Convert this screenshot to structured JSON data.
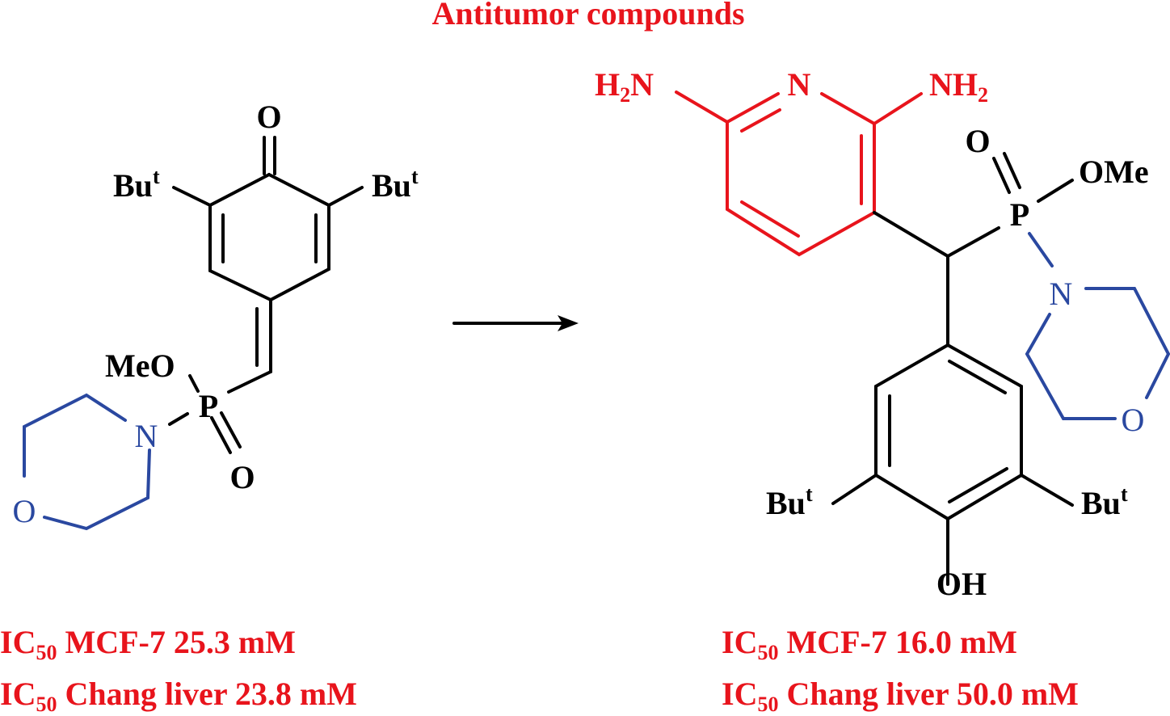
{
  "title": "Antitumor compounds",
  "colors": {
    "highlight_red": "#e8141c",
    "morpholine_blue": "#2a48a0"
  },
  "left_compound": {
    "labels": {
      "oxo": "O",
      "but_left": "Bu",
      "but_right": "Bu",
      "t": "t",
      "meo": "MeO",
      "p": "P",
      "po": "O",
      "n": "N",
      "o_morph": "O"
    },
    "ic50_prefix": "IC",
    "ic50_sub": "50",
    "activity": [
      " MCF-7 25.3 mM",
      " Chang liver 23.8 mM"
    ]
  },
  "right_compound": {
    "labels": {
      "h2n": "H",
      "h2n_sub": "2",
      "h2n_n": "N",
      "n_pyr": "N",
      "nh2": "NH",
      "nh2_sub": "2",
      "po": "O",
      "ome": "OMe",
      "p": "P",
      "n": "N",
      "o_morph": "O",
      "but_left": "Bu",
      "but_right": "Bu",
      "t": "t",
      "oh": "OH"
    },
    "ic50_prefix": "IC",
    "ic50_sub": "50",
    "activity": [
      " MCF-7 16.0 mM",
      " Chang liver 50.0 mM"
    ]
  }
}
